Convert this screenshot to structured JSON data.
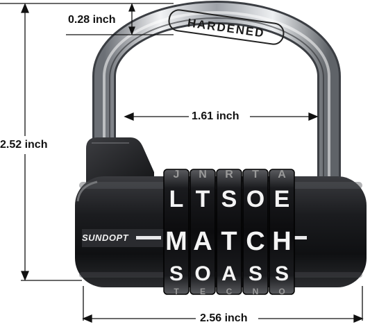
{
  "dimensions": {
    "shackle_thickness": "0.28 inch",
    "shackle_width": "1.61 inch",
    "total_height": "2.52 inch",
    "body_width": "2.56 inch"
  },
  "shackle_text": "HARDENED",
  "brand": "SUNDOPT",
  "wheels": {
    "top_row": [
      "J",
      "N",
      "R",
      "T",
      "A"
    ],
    "row2": [
      "L",
      "T",
      "S",
      "O",
      "E"
    ],
    "row3": [
      "M",
      "A",
      "T",
      "C",
      "H"
    ],
    "row4": [
      "S",
      "O",
      "A",
      "S",
      "S"
    ],
    "bottom_row": [
      "T",
      "E",
      "C",
      "N",
      "O"
    ]
  },
  "colors": {
    "body": "#1a1a1c",
    "shackle": "#c9ccd1",
    "wheel_text": "#f4f4f4",
    "dim_lines": "#111111"
  }
}
